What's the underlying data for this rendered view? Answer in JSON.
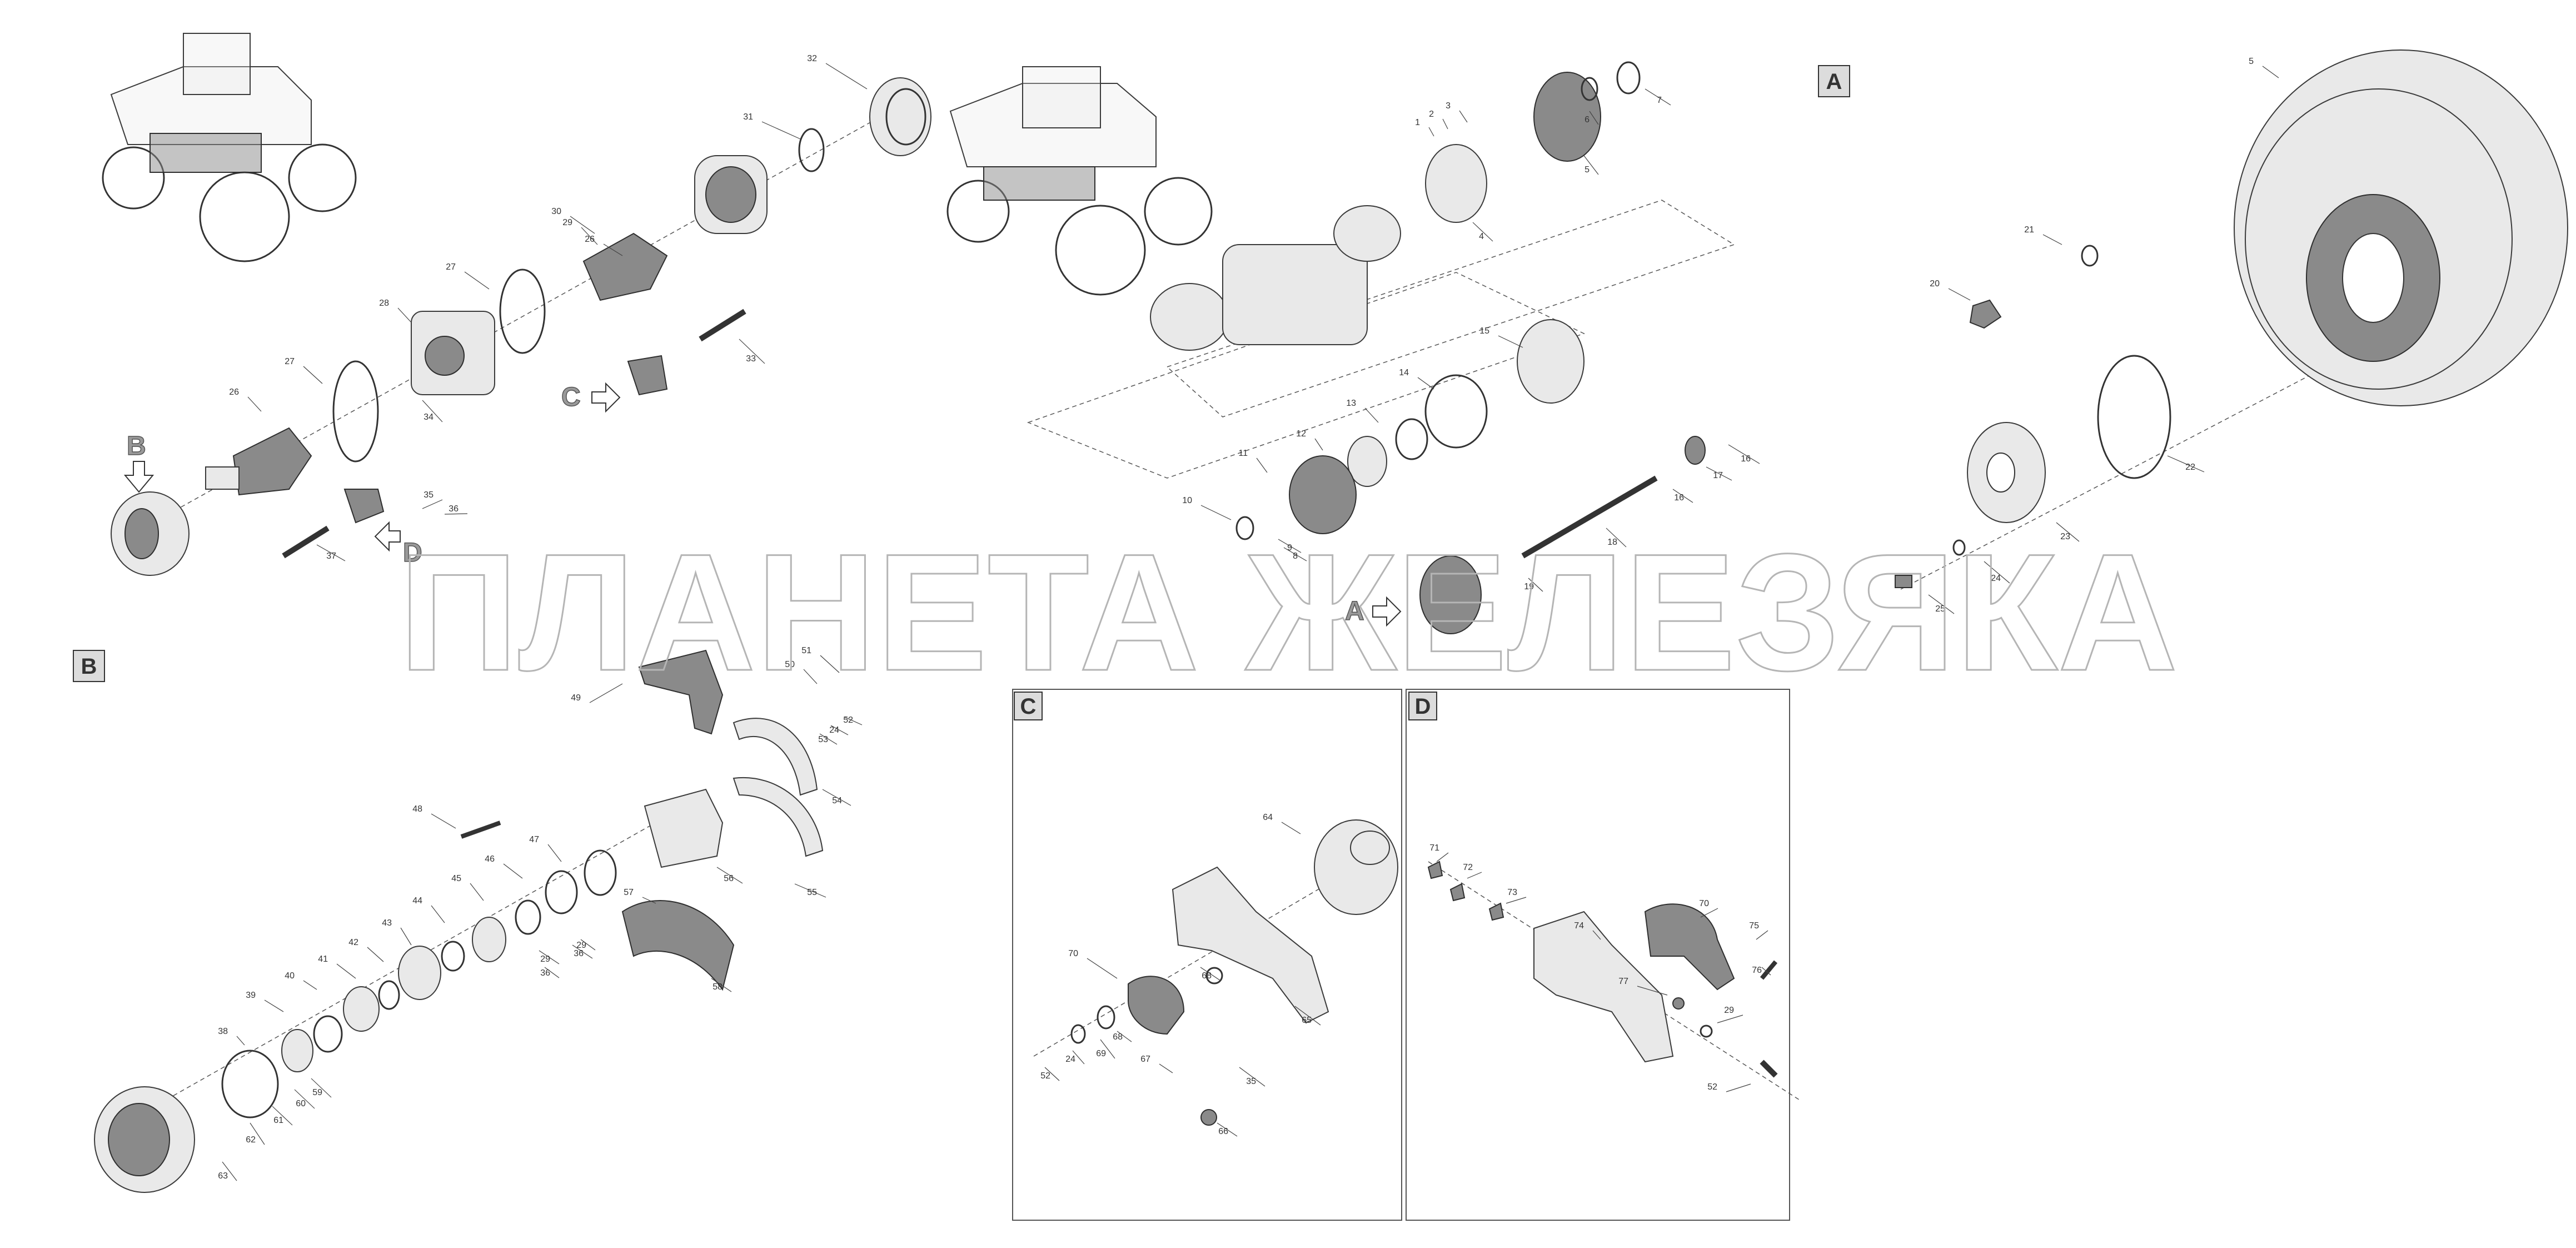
{
  "watermark": "ПЛАНЕТА ЖЕЛЕЗЯКА",
  "detail_boxes": [
    {
      "id": "A",
      "label": "A"
    },
    {
      "id": "B",
      "label": "B"
    },
    {
      "id": "C",
      "label": "C"
    },
    {
      "id": "D",
      "label": "D"
    }
  ],
  "view_arrows": [
    {
      "id": "B",
      "label": "B"
    },
    {
      "id": "C",
      "label": "C"
    },
    {
      "id": "D",
      "label": "D"
    },
    {
      "id": "A",
      "label": "A"
    }
  ],
  "callouts": {
    "g1": [
      "32",
      "31",
      "30",
      "29",
      "26",
      "27",
      "28",
      "27",
      "26",
      "33",
      "34",
      "35",
      "36",
      "37"
    ],
    "g2": [
      "1",
      "2",
      "3",
      "7",
      "6",
      "5",
      "4",
      "15",
      "14",
      "13",
      "12",
      "11",
      "10",
      "9",
      "8",
      "16",
      "17",
      "16",
      "18",
      "19"
    ],
    "gA": [
      "5",
      "21",
      "20",
      "22",
      "23",
      "24",
      "25"
    ],
    "gB": [
      "51",
      "50",
      "52",
      "24",
      "53",
      "54",
      "49",
      "48",
      "47",
      "46",
      "45",
      "44",
      "43",
      "42",
      "41",
      "40",
      "39",
      "38",
      "36",
      "29",
      "60",
      "59",
      "61",
      "62",
      "63",
      "57",
      "29",
      "36",
      "56",
      "55",
      "58"
    ],
    "gC": [
      "64",
      "70",
      "68",
      "65",
      "69",
      "68",
      "24",
      "52",
      "67",
      "35",
      "66"
    ],
    "gD": [
      "71",
      "72",
      "73",
      "70",
      "74",
      "75",
      "76",
      "77",
      "29",
      "52"
    ]
  }
}
